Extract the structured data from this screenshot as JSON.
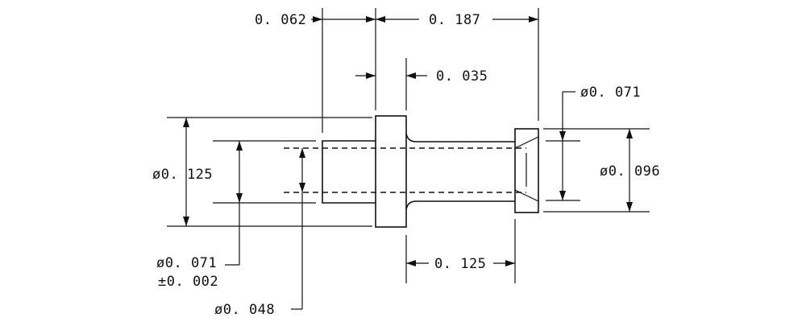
{
  "diagram": {
    "dimensions": {
      "len_0_062": "0. 062",
      "len_0_187": "0. 187",
      "len_0_035": "0. 035",
      "dia_0_071_right": "ø0. 071",
      "dia_0_125": "ø0. 125",
      "dia_0_096": "ø0. 096",
      "dia_0_071_bore": "ø0. 071",
      "tol_0_002": "±0. 002",
      "len_0_125": "0. 125",
      "dia_0_048": "ø0. 048"
    }
  }
}
